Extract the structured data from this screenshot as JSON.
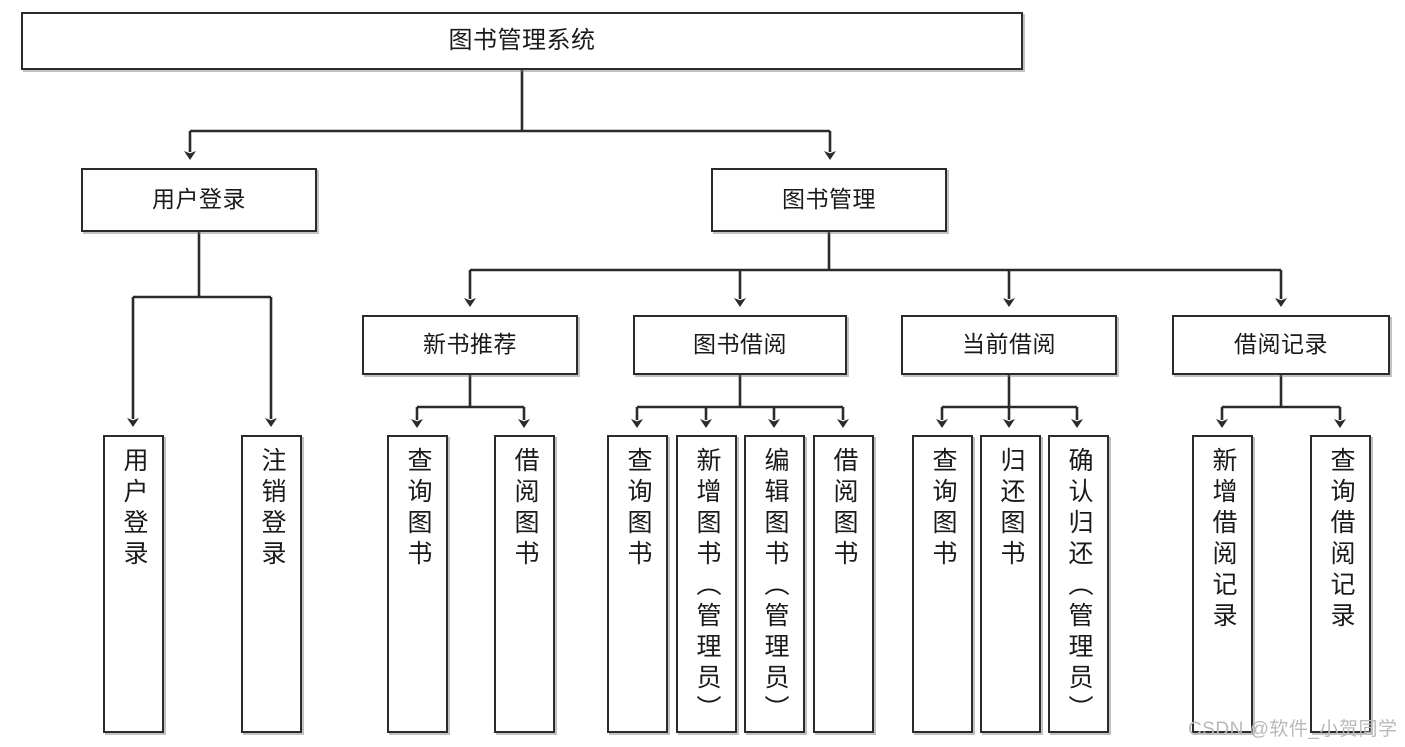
{
  "diagram": {
    "type": "hierarchy-tree",
    "title": "图书管理系统",
    "root": {
      "label": "图书管理系统"
    },
    "level1": [
      {
        "label": "用户登录"
      },
      {
        "label": "图书管理"
      }
    ],
    "level2": [
      {
        "label": "新书推荐"
      },
      {
        "label": "图书借阅"
      },
      {
        "label": "当前借阅"
      },
      {
        "label": "借阅记录"
      }
    ],
    "leaves": {
      "user_login": [
        {
          "label": "用户登录"
        },
        {
          "label": "注销登录"
        }
      ],
      "new_book_recommend": [
        {
          "label": "查询图书"
        },
        {
          "label": "借阅图书"
        }
      ],
      "book_borrow": [
        {
          "label": "查询图书"
        },
        {
          "label": "新增图书（管理员）"
        },
        {
          "label": "编辑图书（管理员）"
        },
        {
          "label": "借阅图书"
        }
      ],
      "current_borrow": [
        {
          "label": "查询图书"
        },
        {
          "label": "归还图书"
        },
        {
          "label": "确认归还（管理员）"
        }
      ],
      "borrow_record": [
        {
          "label": "新增借阅记录"
        },
        {
          "label": "查询借阅记录"
        }
      ]
    }
  },
  "watermark": {
    "text": "CSDN @软件_小贺同学"
  },
  "colors": {
    "box_border": "#2b2b2b",
    "box_fill": "#ffffff",
    "connector": "#2b2b2b",
    "text": "#1a1a1a",
    "watermark": "#b9b9b9"
  }
}
